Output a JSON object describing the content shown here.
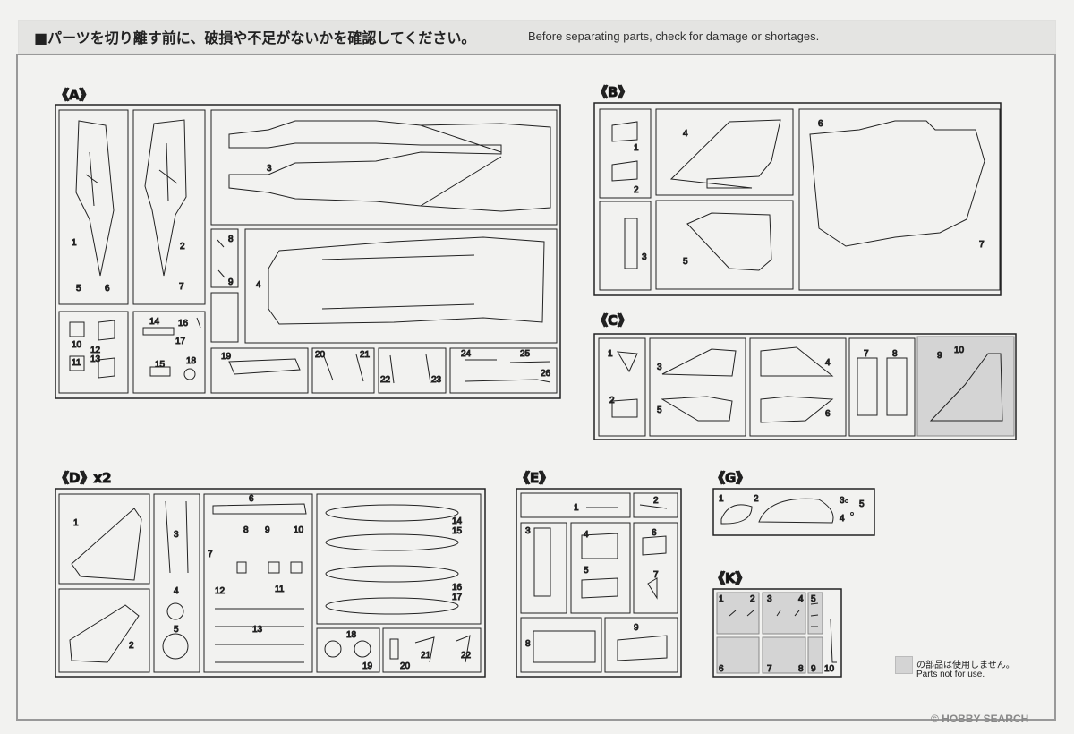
{
  "header": {
    "jp": "■パーツを切り離す前に、破損や不足がないかを確認してください。",
    "en": "Before separating parts, check for damage or shortages."
  },
  "runners": {
    "A": {
      "label": "《A》",
      "parts": [
        "1",
        "2",
        "3",
        "4",
        "5",
        "6",
        "7",
        "8",
        "9",
        "10",
        "11",
        "12",
        "13",
        "14",
        "15",
        "16",
        "17",
        "18",
        "19",
        "20",
        "21",
        "22",
        "23",
        "24",
        "25",
        "26"
      ]
    },
    "B": {
      "label": "《B》",
      "parts": [
        "1",
        "2",
        "3",
        "4",
        "5",
        "6",
        "7"
      ]
    },
    "C": {
      "label": "《C》",
      "parts": [
        "1",
        "2",
        "3",
        "4",
        "5",
        "6",
        "7",
        "8",
        "9",
        "10"
      ]
    },
    "D": {
      "label": "《D》x2",
      "parts": [
        "1",
        "2",
        "3",
        "4",
        "5",
        "6",
        "7",
        "8",
        "9",
        "10",
        "11",
        "12",
        "13",
        "14",
        "15",
        "16",
        "17",
        "18",
        "19",
        "20",
        "21",
        "22"
      ]
    },
    "E": {
      "label": "《E》",
      "parts": [
        "1",
        "2",
        "3",
        "4",
        "5",
        "6",
        "7",
        "8",
        "9"
      ]
    },
    "G": {
      "label": "《G》",
      "parts": [
        "1",
        "2",
        "3",
        "4",
        "5"
      ]
    },
    "K": {
      "label": "《K》",
      "parts": [
        "1",
        "2",
        "3",
        "4",
        "5",
        "6",
        "7",
        "8",
        "9",
        "10"
      ]
    }
  },
  "legend": {
    "jp": "の部品は使用しません。",
    "en": "Parts not for use.",
    "swatch_color": "#d4d4d4"
  },
  "watermark": "© HOBBY SEARCH"
}
